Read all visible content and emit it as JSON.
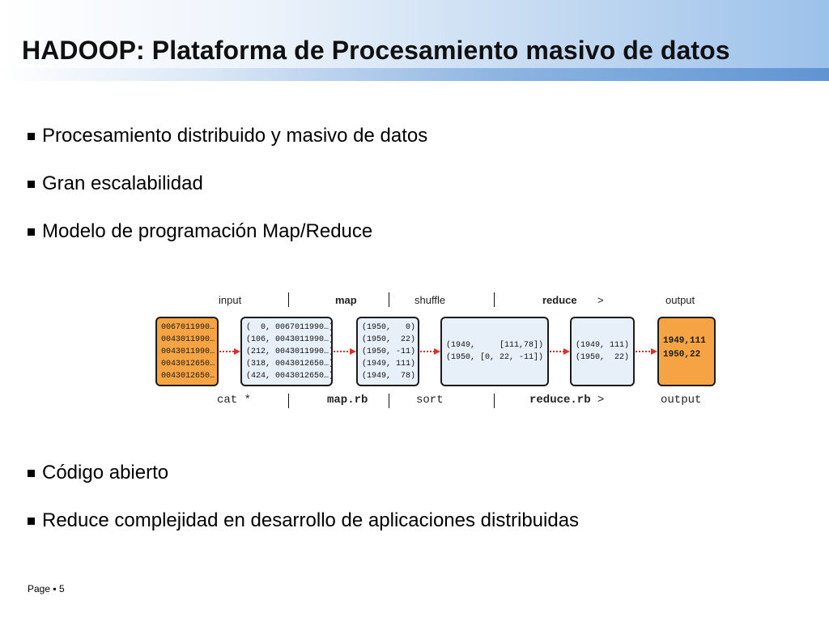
{
  "slide": {
    "title": "HADOOP: Plataforma de Procesamiento masivo de datos",
    "bullets_top": [
      "Procesamiento distribuido y masivo de datos",
      "Gran escalabilidad",
      "Modelo de programación Map/Reduce"
    ],
    "bullets_bottom": [
      "Código abierto",
      "Reduce complejidad en desarrollo de aplicaciones distribuidas"
    ],
    "footer": "Page ▪ 5"
  },
  "diagram": {
    "header": {
      "input": "input",
      "map": "map",
      "shuffle": "shuffle",
      "reduce": "reduce",
      "arrow": ">",
      "output": "output"
    },
    "footer": {
      "cat": "cat *",
      "map_rb": "map.rb",
      "sort": "sort",
      "reduce_rb": "reduce.rb",
      "arrow": ">",
      "output": "output"
    },
    "input_records": [
      "0067011990…",
      "0043011990…",
      "0043011990…",
      "0043012650…",
      "0043012650…"
    ],
    "map_input": [
      "(  0, 0067011990…)",
      "(106, 0043011990…)",
      "(212, 0043011990…)",
      "(318, 0043012650…)",
      "(424, 0043012650…)"
    ],
    "map_output": [
      "(1950,   0)",
      "(1950,  22)",
      "(1950, -11)",
      "(1949, 111)",
      "(1949,  78)"
    ],
    "shuffle_output": [
      "(1949,     [111,78])",
      "(1950, [0, 22, -11])"
    ],
    "reduce_output": [
      "(1949, 111)",
      "(1950,  22)"
    ],
    "final_output": [
      "1949,111",
      "1950,22"
    ],
    "colors": {
      "orange": "#f6a443",
      "light": "#e7f0f8",
      "arrow": "#d9302b"
    }
  }
}
